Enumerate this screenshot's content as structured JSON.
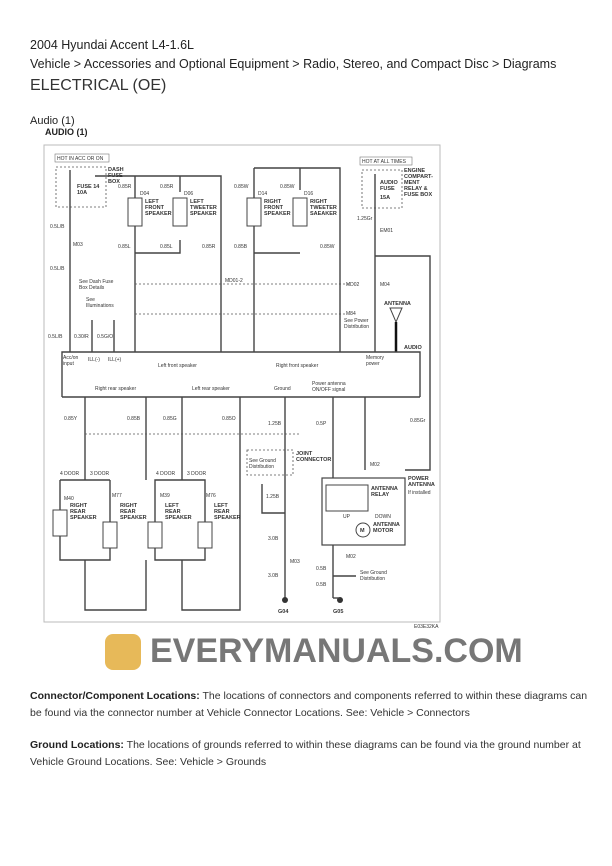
{
  "header": {
    "vehicle": "2004 Hyundai Accent L4-1.6L",
    "breadcrumb": "Vehicle > Accessories and Optional Equipment > Radio, Stereo, and Compact Disc > Diagrams",
    "section": "ELECTRICAL (OE)",
    "diagram_title": "Audio (1)",
    "diagram_subtitle": "AUDIO (1)"
  },
  "diagram": {
    "hot_acc": "HOT IN ACC OR ON",
    "dash_fuse_box": "DASH FUSE BOX",
    "fuse14": "FUSE 14",
    "fuse14_amp": "10A",
    "hot_all": "HOT AT ALL TIMES",
    "engine_box": "ENGINE COMPART-MENT RELAY & FUSE BOX",
    "audio_fuse": "AUDIO FUSE",
    "audio_fuse_amp": "15A",
    "left_front_speaker": "LEFT FRONT SPEAKER",
    "left_tweeter": "LEFT TWEETER SPEAKER",
    "right_front_speaker": "RIGHT FRONT SPEAKER",
    "right_tweeter": "RIGHT TWEETER SAEAKER",
    "d04": "D04",
    "d06": "D06",
    "d14": "D14",
    "d16": "D16",
    "m03": "M03",
    "em01": "EM01",
    "m04": "M04",
    "md01": "MD01-2",
    "md02": "MD02",
    "m84": "M84",
    "see_dash": "See Dash Fuse Box Details",
    "see_illum": "See Illuminations",
    "see_power": "See Power Distribution",
    "antenna": "ANTENNA",
    "audio": "AUDIO",
    "acc_input": "Acc/on input",
    "ill_neg": "ILL(-)",
    "ill_pos": "ILL(+)",
    "left_front_group": "Left front speaker",
    "right_front_group": "Right front speaker",
    "memory_power": "Memory power",
    "right_rear_group": "Right rear speaker",
    "left_rear_group": "Left rear speaker",
    "ground": "Ground",
    "power_antenna_signal": "Power antenna ON/OFF signal",
    "joint_connector": "JOINT CONNECTOR",
    "see_ground": "See Ground Distribution",
    "four_door": "4 DOOR",
    "three_door": "3 DOOR",
    "right_rear_speaker": "RIGHT REAR SPEAKER",
    "left_rear_speaker": "LEFT REAR SPEAKER",
    "m40": "M40",
    "m77": "M77",
    "m39": "M39",
    "m76": "M76",
    "m02": "M02",
    "m03b": "M03",
    "power_antenna": "POWER ANTENNA",
    "if_installed": "If installed",
    "antenna_relay": "ANTENNA RELAY",
    "up": "UP",
    "down": "DOWN",
    "antenna_motor": "ANTENNA MOTOR",
    "motor_m": "M",
    "g04": "G04",
    "g05": "G05",
    "ref": "E03E32KA",
    "wires": {
      "w1": "0.5L/B",
      "w2": "0.85R",
      "w3": "0.85L",
      "w4": "0.85W",
      "w5": "0.85B",
      "w6": "1.25Gr",
      "w7": "0.30/R",
      "w8": "0.5G/O",
      "w9": "0.85Y",
      "w10": "0.85B",
      "w11": "0.85G",
      "w12": "0.85O",
      "w13": "1.25B",
      "w14": "0.5P",
      "w15": "3.0B",
      "w16": "0.5B",
      "w17": "0.85Gr"
    }
  },
  "watermark": "EVERYMANUALS.COM",
  "notes": [
    {
      "label": "Connector/Component Locations:",
      "text": " The locations of connectors and components referred to within these diagrams can be found via the connector number at Vehicle Connector Locations. See: Vehicle > Connectors"
    },
    {
      "label": "Ground Locations:",
      "text": " The locations of grounds referred to within these diagrams can be found via the ground number at Vehicle Ground Locations. See: Vehicle > Grounds"
    }
  ]
}
